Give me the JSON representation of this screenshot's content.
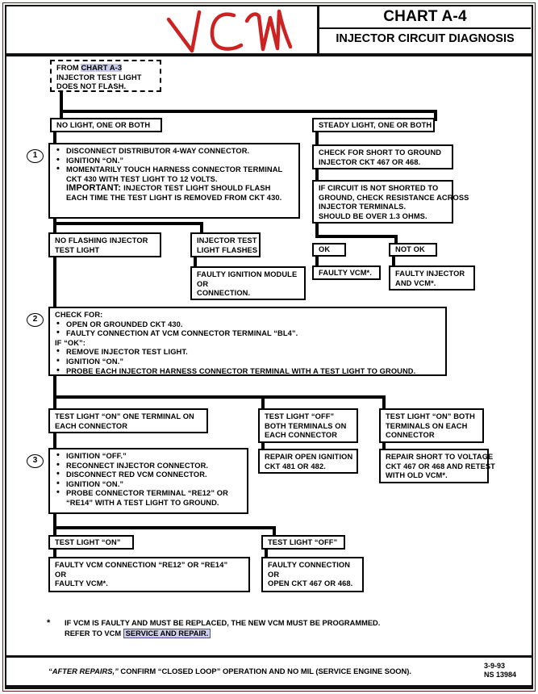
{
  "header": {
    "title": "CHART A-4",
    "subtitle": "INJECTOR CIRCUIT DIAGNOSIS",
    "annotation": "VCM",
    "annotation_color": "#cc2222"
  },
  "entry_box": {
    "line1_prefix": "FROM ",
    "line1_link": "CHART A-3",
    "line2": "INJECTOR TEST LIGHT",
    "line3": "DOES NOT FLASH."
  },
  "branches": {
    "no_light": "NO LIGHT, ONE OR BOTH",
    "steady_light": "STEADY LIGHT, ONE OR BOTH"
  },
  "step1": {
    "number": "1",
    "bullets": [
      "DISCONNECT DISTRIBUTOR 4-WAY CONNECTOR.",
      "IGNITION “ON.”",
      "MOMENTARILY TOUCH HARNESS CONNECTOR TERMINAL"
    ],
    "cont1": "CKT 430 WITH TEST LIGHT TO 12 VOLTS.",
    "important_label": "IMPORTANT:",
    "important_text": "INJECTOR TEST LIGHT SHOULD FLASH",
    "important_cont": "EACH TIME THE TEST LIGHT IS REMOVED FROM CKT 430."
  },
  "right_branch": {
    "check_short": {
      "line1": "CHECK FOR SHORT TO GROUND",
      "line2": "INJECTOR CKT 467 OR 468."
    },
    "resistance": {
      "line1": "IF CIRCUIT IS NOT SHORTED TO",
      "line2": "GROUND, CHECK RESISTANCE ACROSS",
      "line3": "INJECTOR TERMINALS.",
      "line4": "SHOULD BE OVER 1.3 OHMS."
    },
    "ok_label": "OK",
    "not_ok_label": "NOT OK",
    "ok_result": "FAULTY VCM*.",
    "not_ok_result": {
      "line1": "FAULTY INJECTOR",
      "line2": "AND VCM*."
    }
  },
  "mid_branch": {
    "no_flash": {
      "line1": "NO FLASHING INJECTOR",
      "line2": "TEST LIGHT"
    },
    "flashes": {
      "line1": "INJECTOR TEST",
      "line2": "LIGHT FLASHES"
    },
    "faulty_module": {
      "line1": "FAULTY IGNITION MODULE",
      "line2": "OR",
      "line3": "CONNECTION."
    }
  },
  "step2": {
    "number": "2",
    "header": "CHECK FOR:",
    "bullets1": [
      "OPEN OR GROUNDED CKT 430.",
      "FAULTY CONNECTION AT VCM CONNECTOR TERMINAL “BL4”."
    ],
    "if_ok": "IF “OK”:",
    "bullets2": [
      "REMOVE INJECTOR TEST LIGHT.",
      "IGNITION “ON.”",
      "PROBE EACH INJECTOR HARNESS CONNECTOR TERMINAL WITH A TEST LIGHT TO GROUND."
    ]
  },
  "step2_results": {
    "on_one": {
      "line1": "TEST LIGHT “ON” ONE TERMINAL ON",
      "line2": "EACH CONNECTOR"
    },
    "off_both": {
      "line1": "TEST LIGHT “OFF”",
      "line2": "BOTH TERMINALS ON",
      "line3": "EACH CONNECTOR"
    },
    "on_both": {
      "line1": "TEST LIGHT “ON” BOTH",
      "line2": "TERMINALS ON EACH",
      "line3": "CONNECTOR"
    },
    "repair_open": {
      "line1": "REPAIR OPEN IGNITION",
      "line2": "CKT 481 OR 482."
    },
    "repair_short": {
      "line1": "REPAIR SHORT TO  VOLTAGE",
      "line2": "CKT 467 OR 468 AND RETEST",
      "line3": "WITH OLD VCM*."
    }
  },
  "step3": {
    "number": "3",
    "bullets": [
      "IGNITION “OFF.”",
      "RECONNECT INJECTOR CONNECTOR.",
      "DISCONNECT RED VCM CONNECTOR.",
      "IGNITION “ON.”",
      "PROBE CONNECTOR TERMINAL “RE12” OR"
    ],
    "cont": "“RE14” WITH A TEST LIGHT TO GROUND."
  },
  "step3_results": {
    "light_on": "TEST LIGHT “ON”",
    "light_off": "TEST LIGHT “OFF”",
    "on_result": {
      "line1": "FAULTY VCM CONNECTION “RE12” OR “RE14”",
      "line2": "OR",
      "line3": "FAULTY VCM*."
    },
    "off_result": {
      "line1": "FAULTY CONNECTION",
      "line2": "OR",
      "line3": "OPEN CKT 467 OR 468."
    }
  },
  "footnote": {
    "star": "*",
    "line1": "IF VCM IS FAULTY AND MUST BE REPLACED, THE NEW VCM MUST BE PROGRAMMED.",
    "line2_prefix": "REFER TO VCM ",
    "line2_link": "SERVICE AND REPAIR."
  },
  "footer": {
    "italic_part": "“AFTER REPAIRS,”",
    "rest": " CONFIRM “CLOSED LOOP” OPERATION AND NO MIL (SERVICE ENGINE SOON).",
    "date": "3-9-93",
    "doc_id": "NS 13984"
  }
}
